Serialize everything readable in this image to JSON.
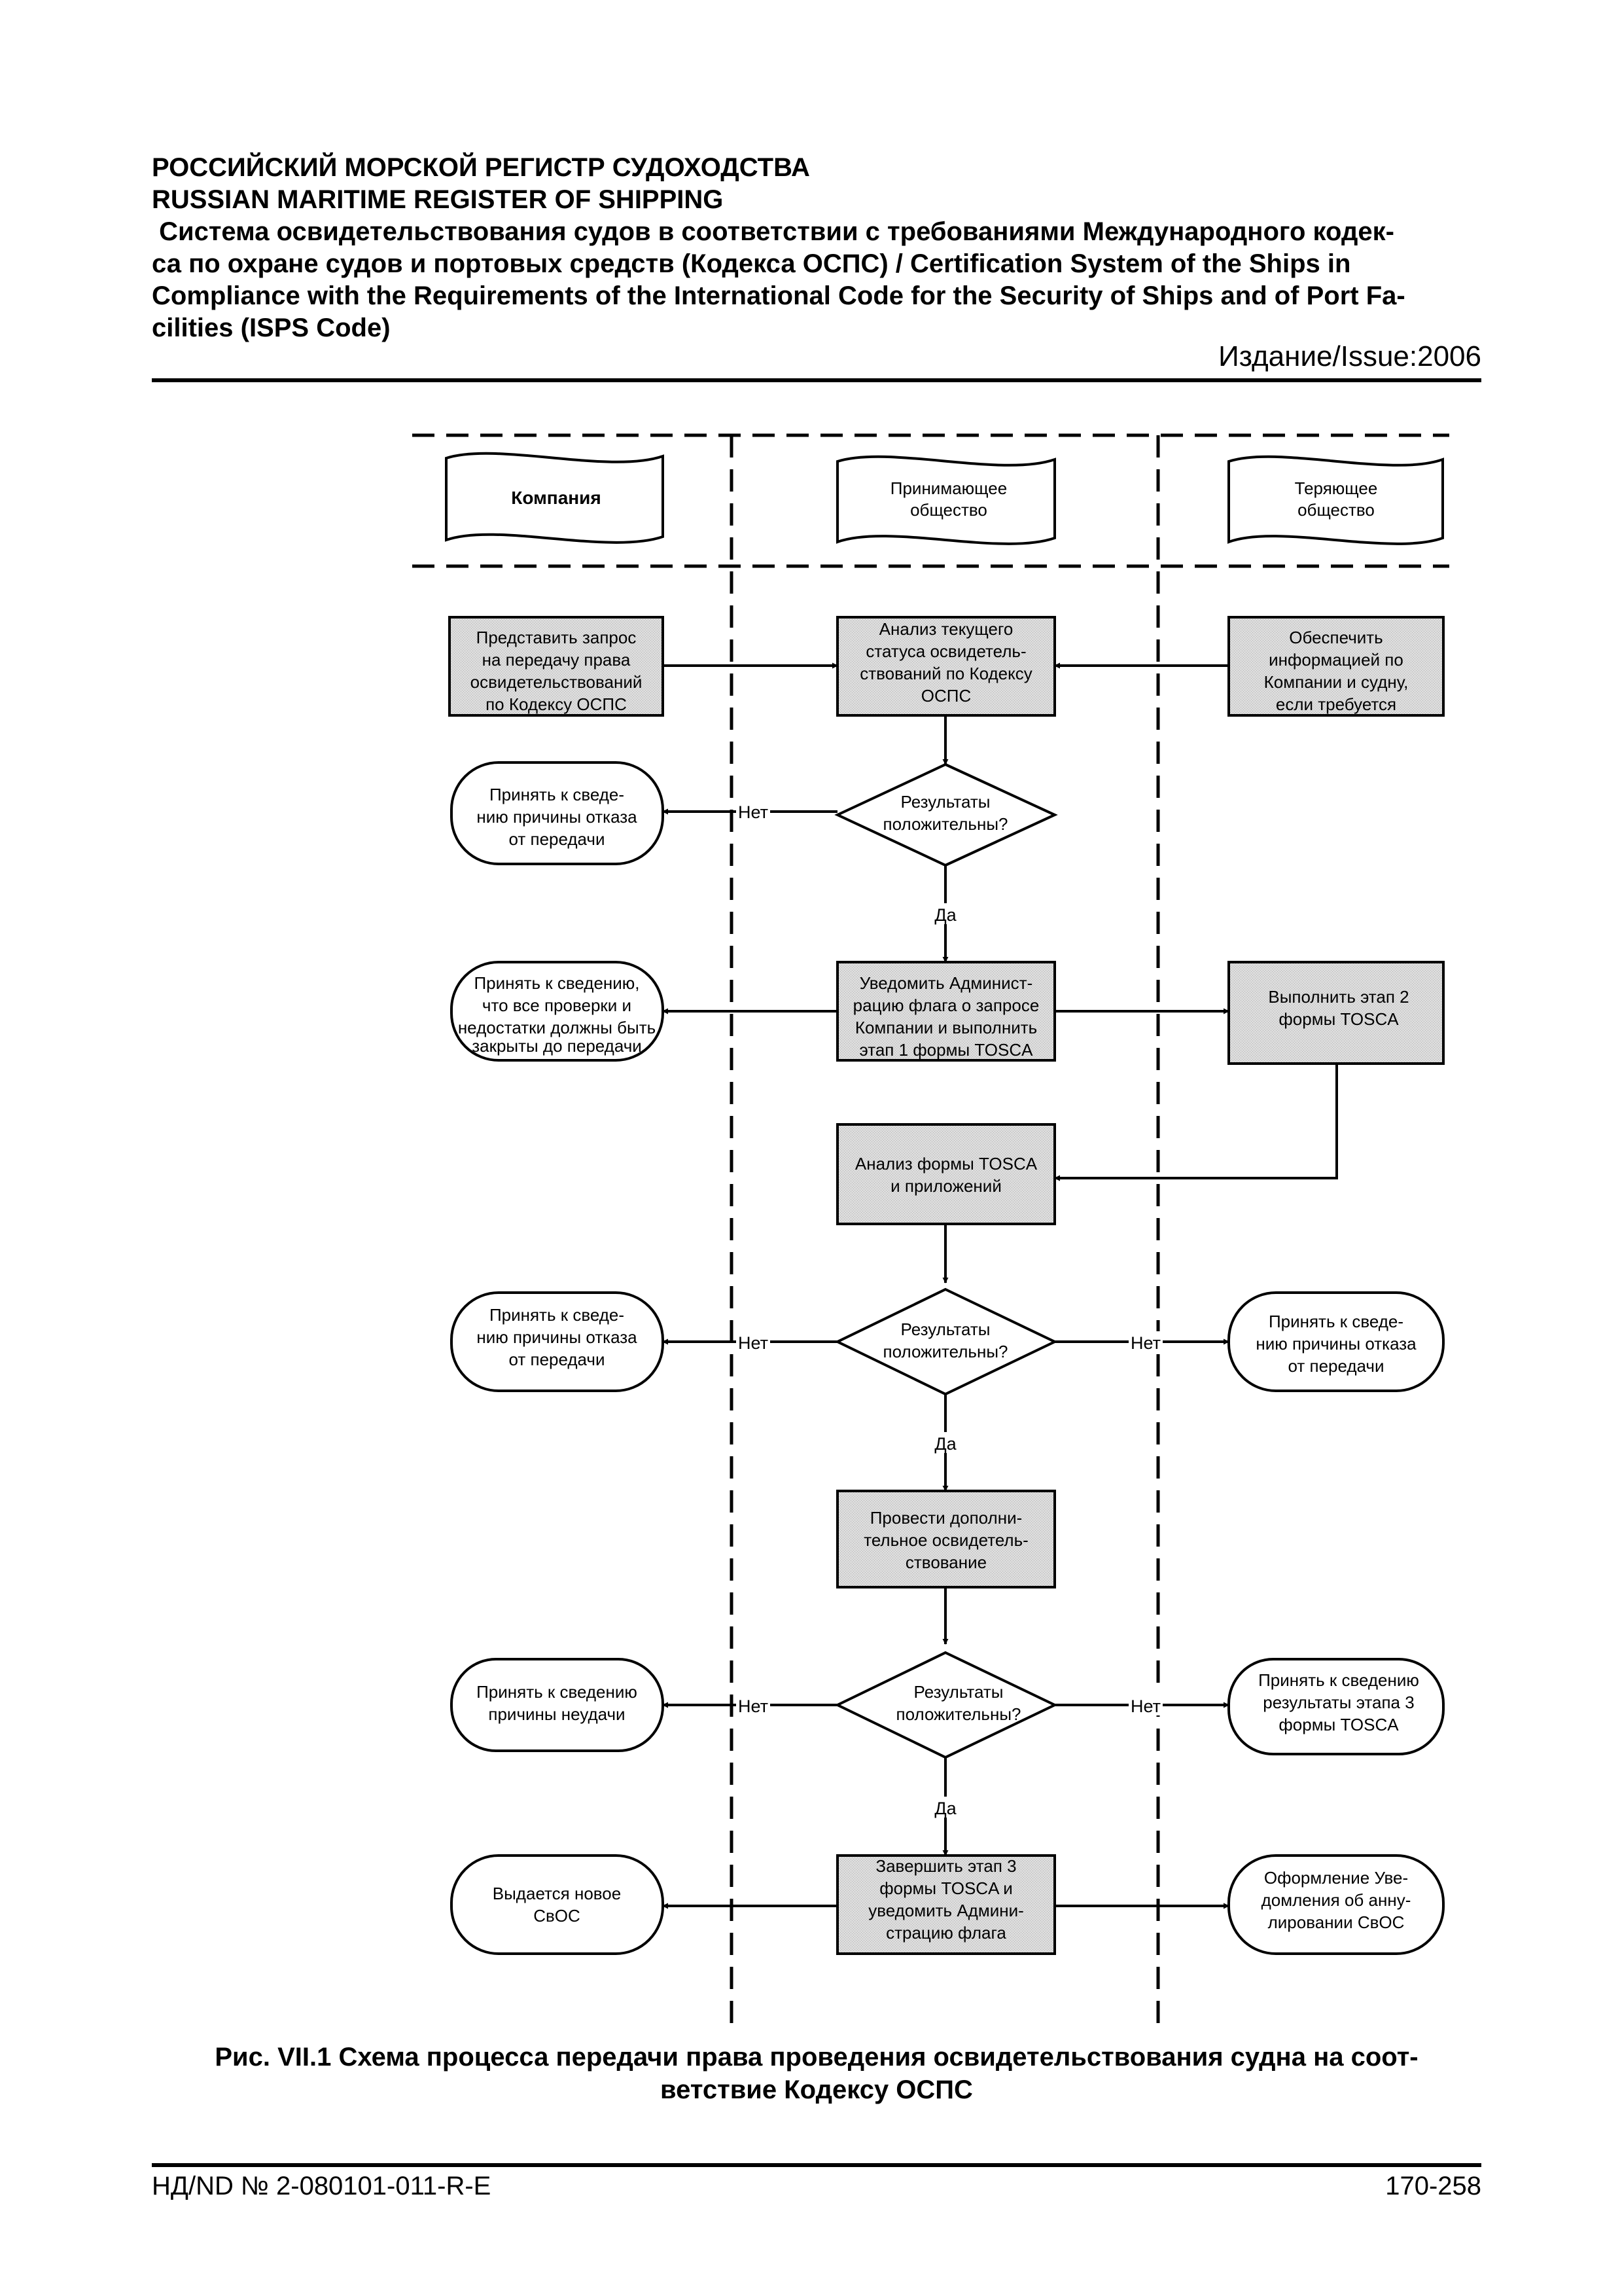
{
  "header": {
    "line1": "РОССИЙСКИЙ МОРСКОЙ РЕГИСТР СУДОХОДСТВА",
    "line2": "RUSSIAN MARITIME REGISTER OF SHIPPING",
    "line3": " Система освидетельствования судов в соответствии с требованиями Международного кодек-",
    "line4": "са по охране судов и портовых средств (Кодекса ОСПС) / Certification System of the Ships in",
    "line5": "Compliance with the Requirements of the International Code for the Security of Ships and of Port Fa-",
    "line6": "cilities (ISPS Code)",
    "issue": "Издание/Issue:2006"
  },
  "lanes": {
    "company": "Компания",
    "receiving": [
      "Принимающее",
      "общество"
    ],
    "losing": [
      "Теряющее",
      "общество"
    ]
  },
  "nodes": {
    "request": [
      "Представить запрос",
      "на передачу права",
      "освидетельствований",
      "по Кодексу ОСПС"
    ],
    "analysis": [
      "Анализ текущего",
      "статуса освидетель-",
      "ствований по Кодексу",
      "ОСПС"
    ],
    "provide": [
      "Обеспечить",
      "информацией по",
      "Компании и судну,",
      "если требуется"
    ],
    "decision1": [
      "Результаты",
      "положительны?"
    ],
    "reject1": [
      "Принять к сведе-",
      "нию причины отказа",
      "от передачи"
    ],
    "notify": [
      "Уведомить Админист-",
      "рацию флага о запросе",
      "Компании и выполнить",
      "этап 1 формы TOSCA"
    ],
    "note_checks": [
      "Принять к сведению,",
      "что все проверки и",
      "недостатки должны быть",
      "закрыты до передачи"
    ],
    "stage2": [
      "Выполнить этап 2",
      "формы TOSCA"
    ],
    "tosca_analysis": [
      "Анализ формы TOSCA",
      "и приложений"
    ],
    "decision2": [
      "Результаты",
      "положительны?"
    ],
    "reject2_left": [
      "Принять к сведе-",
      "нию причины отказа",
      "от передачи"
    ],
    "reject2_right": [
      "Принять к сведе-",
      "нию причины отказа",
      "от передачи"
    ],
    "extra_survey": [
      "Провести дополни-",
      "тельное освидетель-",
      "ствование"
    ],
    "decision3": [
      "Результаты",
      "положительны?"
    ],
    "fail_left": [
      "Принять к сведению",
      "причины неудачи"
    ],
    "fail_right": [
      "Принять к сведению",
      "результаты этапа 3",
      "формы TOSCA"
    ],
    "complete": [
      "Завершить этап 3",
      "формы TOSCA и",
      "уведомить Админи-",
      "страцию флага"
    ],
    "new_cert": [
      "Выдается новое",
      "СвОС"
    ],
    "cancel_notice": [
      "Оформление Уве-",
      "домления об анну-",
      "лировании СвОС"
    ]
  },
  "labels": {
    "no": "Нет",
    "yes": "Да"
  },
  "caption": {
    "line1": "Рис. VII.1 Схема процесса передачи права проведения освидетельствования судна на соот-",
    "line2": "ветствие Кодексу ОСПС"
  },
  "footer": {
    "doc_number": "НД/ND № 2-080101-011-R-E",
    "page": "170-258"
  }
}
